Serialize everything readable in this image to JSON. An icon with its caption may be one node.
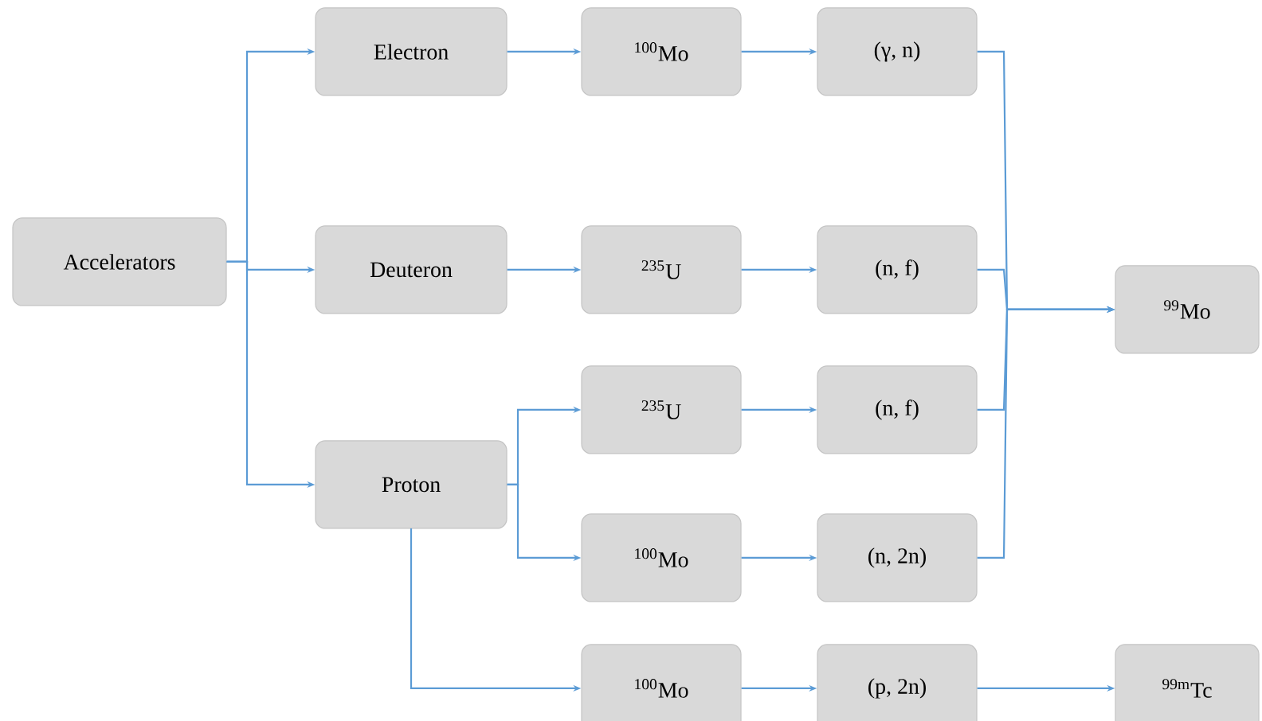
{
  "diagram": {
    "nodes": [
      {
        "text": [
          "Accelerators"
        ]
      },
      {
        "text": [
          "Electron"
        ]
      },
      {
        "text": [
          "Deuteron"
        ]
      },
      {
        "text": [
          "Proton"
        ]
      },
      {
        "text": [
          "$^{100}$Mo"
        ]
      },
      {
        "text": [
          "(γ, n)"
        ]
      },
      {
        "text": [
          "$^{235}$U"
        ]
      },
      {
        "text": [
          "(n, f)"
        ]
      },
      {
        "text": [
          "$^{235}$U"
        ]
      },
      {
        "text": [
          "(n, f)"
        ]
      },
      {
        "text": [
          "$^{100}$Mo"
        ]
      },
      {
        "text": [
          "(n, 2n)"
        ]
      },
      {
        "text": [
          "$^{100}$Mo"
        ]
      },
      {
        "text": [
          "(p, 2n)"
        ]
      },
      {
        "text": [
          "$^{99}$Mo"
        ]
      },
      {
        "text": [
          "$^{99m}$Tc"
        ]
      }
    ],
    "edges": [
      {
        "from": 0,
        "to": 1,
        "arrow": "to"
      },
      {
        "from": 0,
        "to": 2,
        "arrow": "to"
      },
      {
        "from": 0,
        "to": 3,
        "arrow": "to"
      },
      {
        "from": 1,
        "to": 4,
        "arrow": "to"
      },
      {
        "from": 4,
        "to": 5,
        "arrow": "to"
      },
      {
        "from": 2,
        "to": 6,
        "arrow": "to"
      },
      {
        "from": 6,
        "to": 7,
        "arrow": "to"
      },
      {
        "from": 3,
        "to": 8,
        "arrow": "to"
      },
      {
        "from": 3,
        "to": 10,
        "arrow": "to"
      },
      {
        "from": 3,
        "to": 12,
        "arrow": "to"
      },
      {
        "from": 8,
        "to": 9,
        "arrow": "to"
      },
      {
        "from": 10,
        "to": 11,
        "arrow": "to"
      },
      {
        "from": 5,
        "to": 14,
        "arrow": "to"
      },
      {
        "from": 7,
        "to": 14,
        "arrow": "to"
      },
      {
        "from": 9,
        "to": 14,
        "arrow": "to"
      },
      {
        "from": 11,
        "to": 14,
        "arrow": "to"
      },
      {
        "from": 12,
        "to": 13,
        "arrow": "to"
      },
      {
        "from": 13,
        "to": 15,
        "arrow": "to"
      }
    ]
  }
}
